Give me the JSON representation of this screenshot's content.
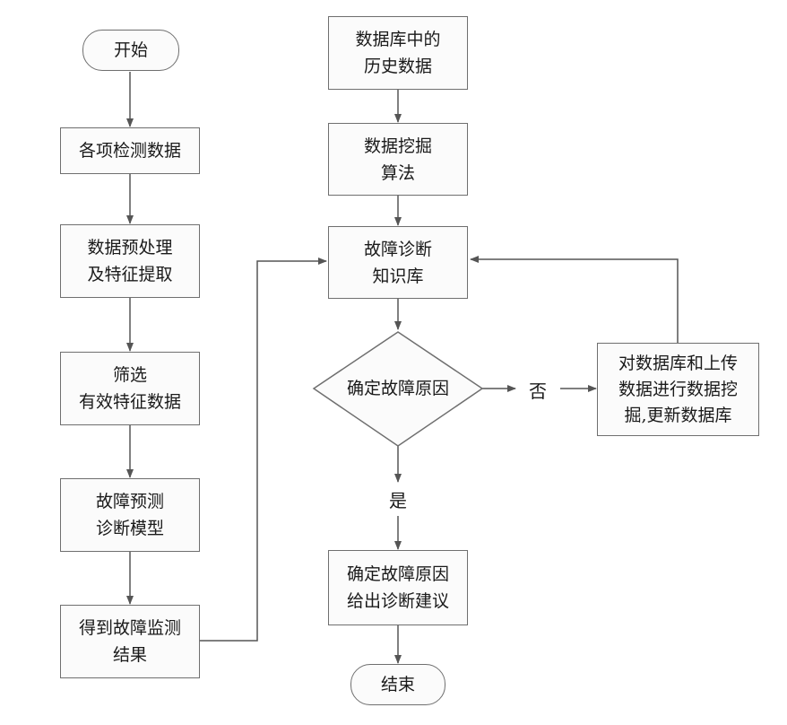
{
  "diagram": {
    "left_column": {
      "start": "开始",
      "step1": "各项检测数据",
      "step2": [
        "数据预处理",
        "及特征提取"
      ],
      "step3": [
        "筛选",
        "有效特征数据"
      ],
      "step4": [
        "故障预测",
        "诊断模型"
      ],
      "step5": [
        "得到故障监测",
        "结果"
      ]
    },
    "right_column": {
      "source": [
        "数据库中的",
        "历史数据"
      ],
      "mining": [
        "数据挖掘",
        "算法"
      ],
      "knowledge_base": [
        "故障诊断",
        "知识库"
      ],
      "decision": "确定故障原因",
      "result": [
        "确定故障原因",
        "给出诊断建议"
      ],
      "end": "结束"
    },
    "update_box": [
      "对数据库和上传",
      "数据进行数据挖",
      "掘,更新数据库"
    ],
    "labels": {
      "no": "否",
      "yes": "是"
    },
    "colors": {
      "line": "#555555",
      "border": "#6f6f6f",
      "fill": "#fbfbfb",
      "text": "#1a1a1a"
    }
  }
}
